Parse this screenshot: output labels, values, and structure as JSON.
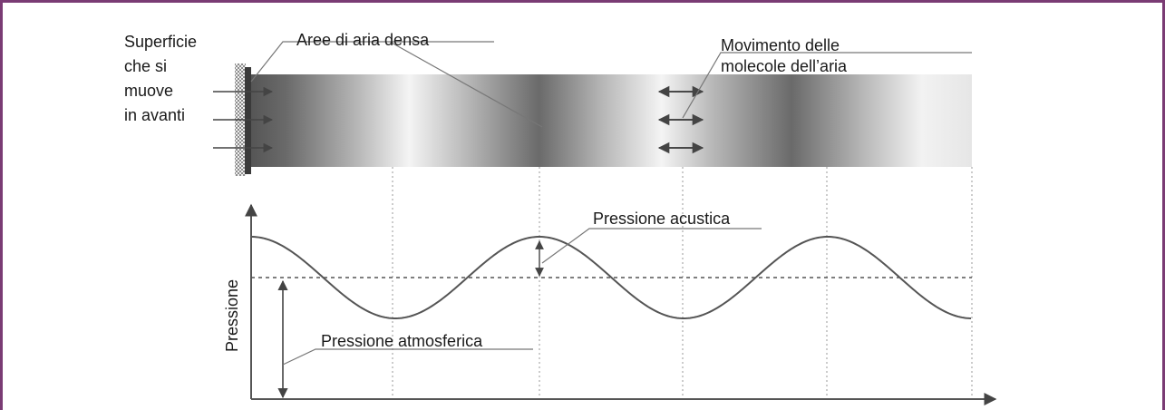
{
  "labels": {
    "surface": [
      "Superficie",
      "che si",
      "muove",
      "in avanti"
    ],
    "dense_air": "Aree di aria densa",
    "molecule_motion": [
      "Movimento delle",
      "molecole dell’aria"
    ],
    "acoustic_pressure": "Pressione acustica",
    "atmospheric_pressure": "Pressione atmosferica",
    "y_axis": "Pressione"
  },
  "colors": {
    "frame": "#7a3b74",
    "line": "#555555",
    "text": "#1a1a1a"
  }
}
